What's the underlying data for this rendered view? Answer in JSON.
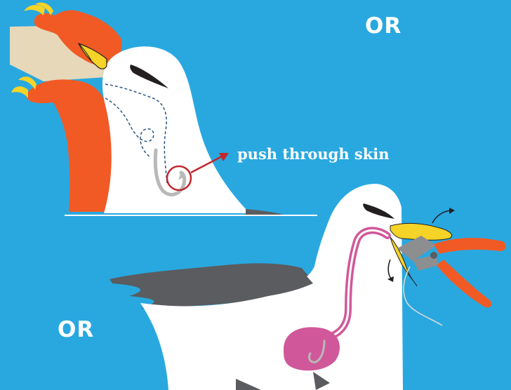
{
  "labels": {
    "or_top": "OR",
    "push_through_skin": "push through skin",
    "or_bottom": "OR"
  },
  "colors": {
    "background": "#29a8e0",
    "bird_white": "#ffffff",
    "wing_grey": "#5a5c5f",
    "beak_yellow": "#f5d327",
    "hand_orange": "#f15a24",
    "hook_grey": "#b9b9b9",
    "gut_pink": "#d0589a",
    "callout_red": "#c1272d",
    "dark": "#231f20",
    "board_beige": "#e6d8b8"
  },
  "icons": [
    "fishing-hook-icon",
    "pliers-icon",
    "arrow-icon",
    "magnifier-circle-icon"
  ]
}
